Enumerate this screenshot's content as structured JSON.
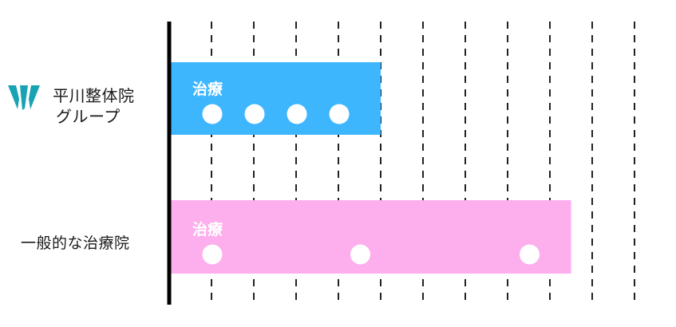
{
  "colors": {
    "hirakawa_bar": "#3eb6fd",
    "general_bar": "#fdaeec",
    "logo": "#17a3b4",
    "axis": "#000000",
    "grid": "#222222"
  },
  "logo": {
    "icon": "hirakawa-logo-mark"
  },
  "rows": [
    {
      "label_lines": [
        "平川整体院",
        "グループ"
      ],
      "bar_label": "治療",
      "end": 5,
      "dots": [
        1,
        2,
        3,
        4
      ]
    },
    {
      "label": "一般的な治療院",
      "bar_label": "治療",
      "end": 9.5,
      "dots": [
        1,
        4.5,
        8.5
      ]
    }
  ],
  "grid": {
    "lines": [
      1,
      2,
      3,
      4,
      5,
      6,
      7,
      8,
      9,
      10,
      11
    ]
  }
}
